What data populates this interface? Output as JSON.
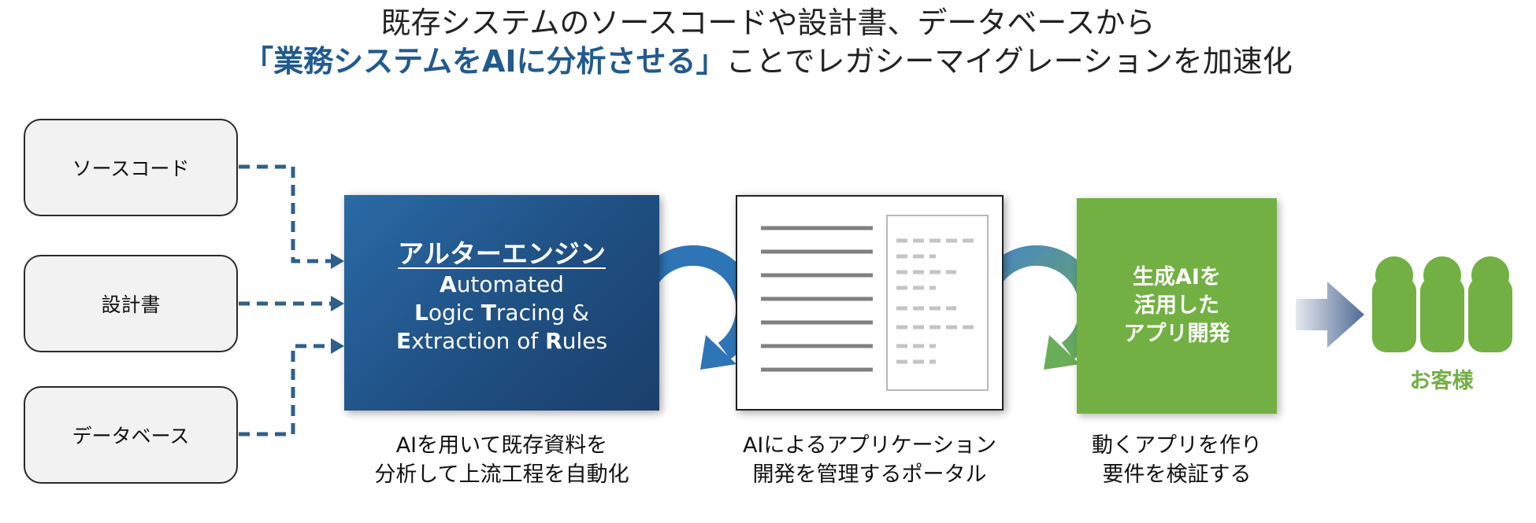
{
  "header": {
    "line1": "既存システムのソースコードや設計書、データベースから",
    "line2_highlight": "「業務システムをAIに分析させる」",
    "line2_rest": "ことでレガシーマイグレーションを加速化"
  },
  "sources": [
    "ソースコード",
    "設計書",
    "データベース"
  ],
  "engine": {
    "name": "アルターエンジン",
    "lines": [
      [
        {
          "b": "A",
          "r": "utomated"
        }
      ],
      [
        {
          "b": "L",
          "r": "ogic "
        },
        {
          "b": "T",
          "r": "racing &"
        }
      ],
      [
        {
          "b": "E",
          "r": "xtraction of "
        },
        {
          "b": "R",
          "r": "ules"
        }
      ]
    ],
    "caption": [
      "AIを用いて既存資料を",
      "分析して上流工程を自動化"
    ]
  },
  "portal": {
    "caption": [
      "AIによるアプリケーション",
      "開発を管理するポータル"
    ]
  },
  "generative": {
    "lines": [
      "生成AIを",
      "活用した",
      "アプリ開発"
    ],
    "caption": [
      "動くアプリを作り",
      "要件を検証する"
    ]
  },
  "customer": {
    "label": "お客様"
  },
  "colors": {
    "blue": "#1f4f82",
    "green": "#72b043",
    "dash": "#2f5f8a"
  }
}
